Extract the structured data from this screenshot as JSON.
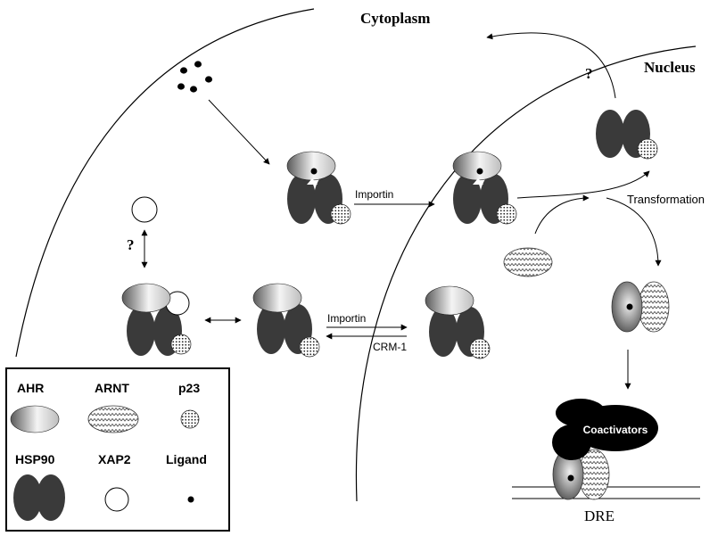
{
  "labels": {
    "cytoplasm": "Cytoplasm",
    "nucleus": "Nucleus",
    "question_top": "?",
    "question_left": "?",
    "importin_top": "Importin",
    "importin_mid": "Importin",
    "crm1": "CRM-1",
    "transformation": "Transformation",
    "coactivators": "Coactivators",
    "dre": "DRE"
  },
  "legend": {
    "ahr": "AHR",
    "arnt": "ARNT",
    "p23": "p23",
    "hsp90": "HSP90",
    "xap2": "XAP2",
    "ligand": "Ligand"
  },
  "colors": {
    "hsp90": "#3a3a3a",
    "black": "#000000",
    "ahr_light": "#f4f4f4",
    "ahr_dark": "#5a5a5a"
  }
}
